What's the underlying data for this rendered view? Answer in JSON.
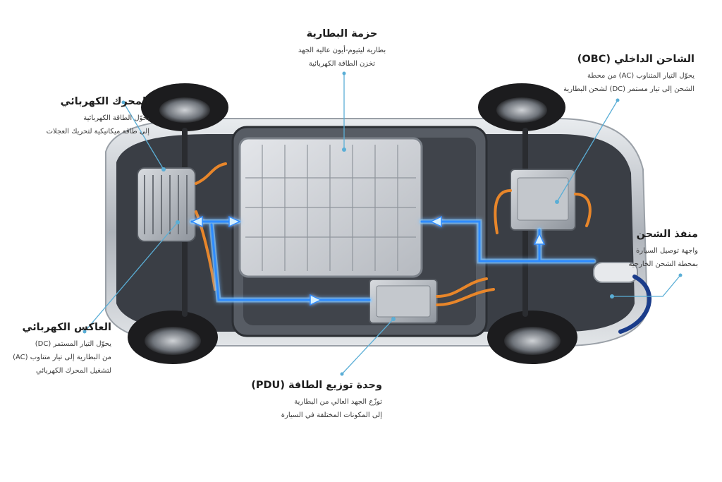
{
  "labels": {
    "battery": {
      "title": "حزمة البطارية",
      "line1": "بطارية ليثيوم-أيون عالية الجهد",
      "line2": "تخزن الطاقة الكهربائية"
    },
    "obc": {
      "title": "الشاحن الداخلي (OBC)",
      "line1": "يحوّل التيار المتناوب (AC) من محطة",
      "line2": "الشحن إلى تيار مستمر (DC) لشحن البطارية"
    },
    "motor": {
      "title": "المحرك الكهربائي",
      "line1": "يحوّل الطاقة الكهربائية",
      "line2": "إلى طاقة ميكانيكية لتحريك العجلات"
    },
    "port": {
      "title": "منفذ الشحن",
      "line1": "واجهة توصيل السيارة",
      "line2": "بمحطة الشحن الخارجية"
    },
    "inverter": {
      "title": "العاكس الكهربائي",
      "line1": "يحوّل التيار المستمر (DC)",
      "line2": "من البطارية إلى تيار متناوب (AC)",
      "line3": "لتشغيل المحرك الكهربائي"
    },
    "pdu": {
      "title": "وحدة توزيع الطاقة (PDU)",
      "line1": "توزّع الجهد العالي من البطارية",
      "line2": "إلى المكونات المختلفة في السيارة"
    }
  },
  "colors": {
    "leader": "#5aaed6",
    "flow": "#2f8cff",
    "flowGlow": "#8fd0ff",
    "cable": "#e8862a",
    "chassis": "#4a4f57",
    "battery": "#c9ccd1",
    "tire": "#1c1c1e",
    "body": "#cfd3d8"
  }
}
